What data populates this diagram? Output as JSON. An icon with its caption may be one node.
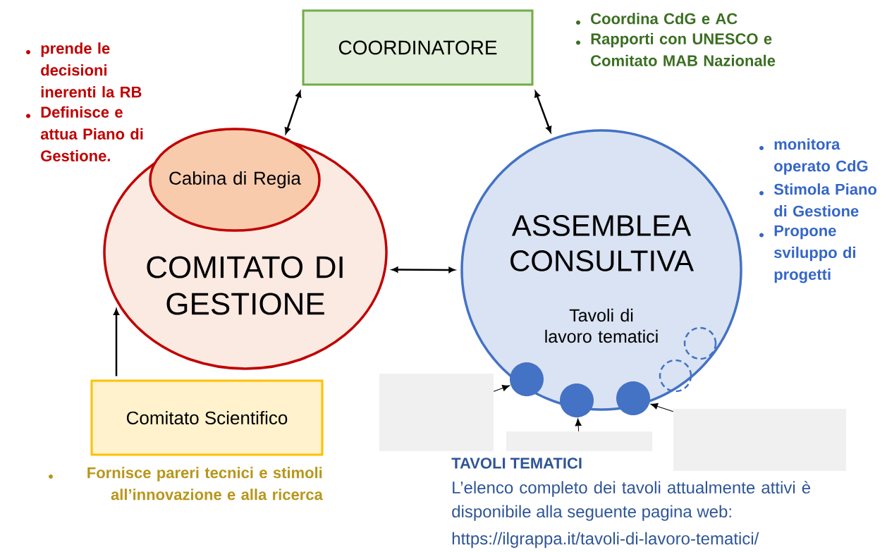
{
  "diagram": {
    "nodes": [
      {
        "text": [
          "COORDINATORE"
        ],
        "beside": [
          "Coordina CdG e AC",
          "Rapporti con UNESCO e Comitato MAB Nazionale"
        ]
      },
      {
        "text": [
          "COMITATO DI GESTIONE"
        ],
        "beside": [
          "prende le decisioni inerenti la RB",
          "Definisce e attua Piano di Gestione."
        ]
      },
      {
        "text": [
          "Cabina di Regia"
        ],
        "in": 1
      },
      {
        "text": [
          "ASSEMBLEA CONSULTIVA",
          "Tavoli di lavoro tematici"
        ],
        "beside": [
          "monitora operato CdG",
          "Stimola Piano di Gestione",
          "Propone sviluppo di progetti"
        ]
      },
      {
        "text": [
          "Comitato Scientifico"
        ],
        "beside": [
          "Fornisce pareri tecnici e stimoli all’innovazione e alla ricerca"
        ]
      },
      {
        "text": [],
        "shape": "circle",
        "in": 3
      },
      {
        "text": [],
        "shape": "circle",
        "in": 3
      },
      {
        "text": [],
        "shape": "circle",
        "in": 3
      },
      {
        "text": [],
        "shape": "circle",
        "in": 3
      },
      {
        "text": [],
        "shape": "circle",
        "in": 3
      },
      {
        "text": [],
        "shape": "box"
      },
      {
        "text": [],
        "shape": "box"
      },
      {
        "text": [],
        "shape": "box"
      }
    ],
    "edges": [
      {
        "from": 0,
        "to": 1,
        "arrow": "both"
      },
      {
        "from": 0,
        "to": 3,
        "arrow": "both"
      },
      {
        "from": 1,
        "to": 3,
        "arrow": "both"
      },
      {
        "from": 4,
        "to": 1,
        "arrow": "to"
      },
      {
        "from": 10,
        "to": 5,
        "arrow": "to"
      },
      {
        "from": 11,
        "to": 6,
        "arrow": "to"
      },
      {
        "from": 12,
        "to": 7,
        "arrow": "to"
      }
    ],
    "labels": [
      "TAVOLI TEMATICI",
      "L’elenco completo dei tavoli attualmente attivi è disponibile alla seguente pagina web:",
      "https://ilgrappa.it/tavoli-di-lavoro-tematici/"
    ]
  }
}
